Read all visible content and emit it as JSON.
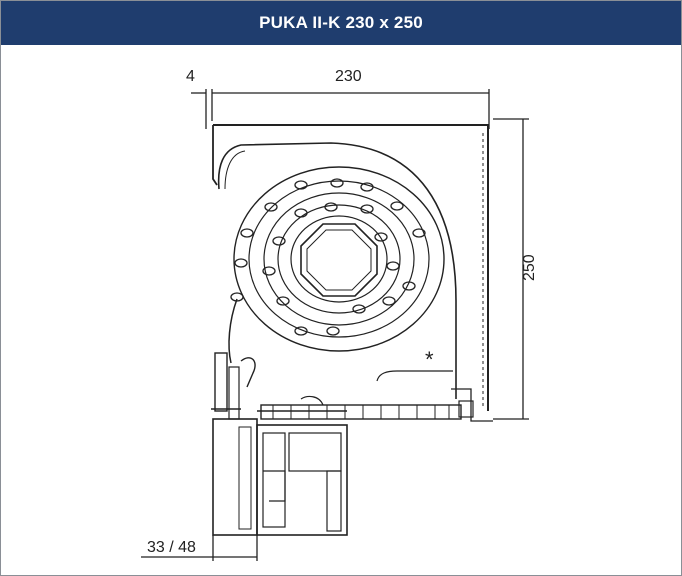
{
  "header": {
    "title": "PUKA II-K 230 x 250"
  },
  "dimensions": {
    "left_offset": "4",
    "width": "230",
    "height": "250",
    "frame_depth": "33 / 48"
  },
  "annotations": {
    "asterisk": "*"
  },
  "colors": {
    "header_bg": "#1f3d6e",
    "header_text": "#ffffff",
    "line": "#222222"
  }
}
